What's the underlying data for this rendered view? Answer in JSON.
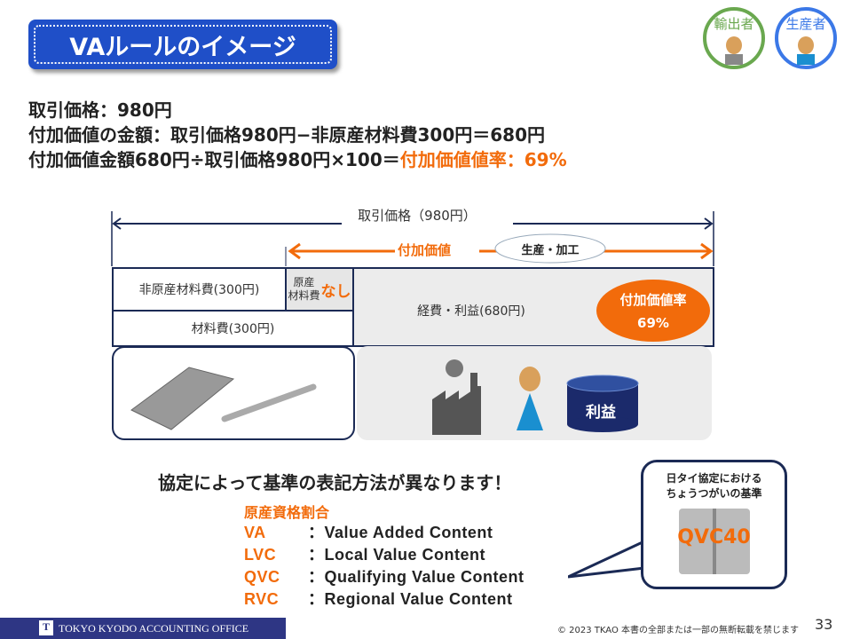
{
  "title": "VAルールのイメージ",
  "badges": [
    "輸出者",
    "生産者"
  ],
  "formulas": {
    "line1": "取引価格：980円",
    "line2": "付加価値の金額：取引価格980円−非原産材料費300円＝680円",
    "line3a": "付加価値金額680円÷取引価格980円×100＝",
    "line3b": "付加価値値率：69%"
  },
  "diagram": {
    "total_label": "取引価格（980円）",
    "value_added_label": "付加価値",
    "cloud_label": "生産・加工",
    "non_origin": "非原産材料費(300円)",
    "origin_top": "原産",
    "origin_bottom": "材料費",
    "none": "なし",
    "materials": "材料費(300円)",
    "expenses": "経費・利益(680円)",
    "rate_label": "付加価値率",
    "rate_value": "69%",
    "profit": "利益"
  },
  "notes": {
    "heading": "協定によって基準の表記方法が異なります！",
    "subheading": "原産資格割合",
    "items": [
      {
        "abbr": "VA",
        "desc": "：Value Added Content"
      },
      {
        "abbr": "LVC",
        "desc": "：Local Value Content"
      },
      {
        "abbr": "QVC",
        "desc": "：Qualifying Value Content"
      },
      {
        "abbr": "RVC",
        "desc": "：Regional Value Content"
      }
    ]
  },
  "callout": {
    "line1": "日タイ協定における",
    "line2": "ちょうつがいの基準",
    "code": "QVC40"
  },
  "footer": {
    "company": "TOKYO KYODO ACCOUNTING OFFICE",
    "copyright": "© 2023 TKAO 本書の全部または一部の無断転載を禁じます",
    "page": "33"
  },
  "colors": {
    "accent": "#f26b0b",
    "navy": "#1b2a55",
    "title_blue": "#1f4fc8"
  }
}
